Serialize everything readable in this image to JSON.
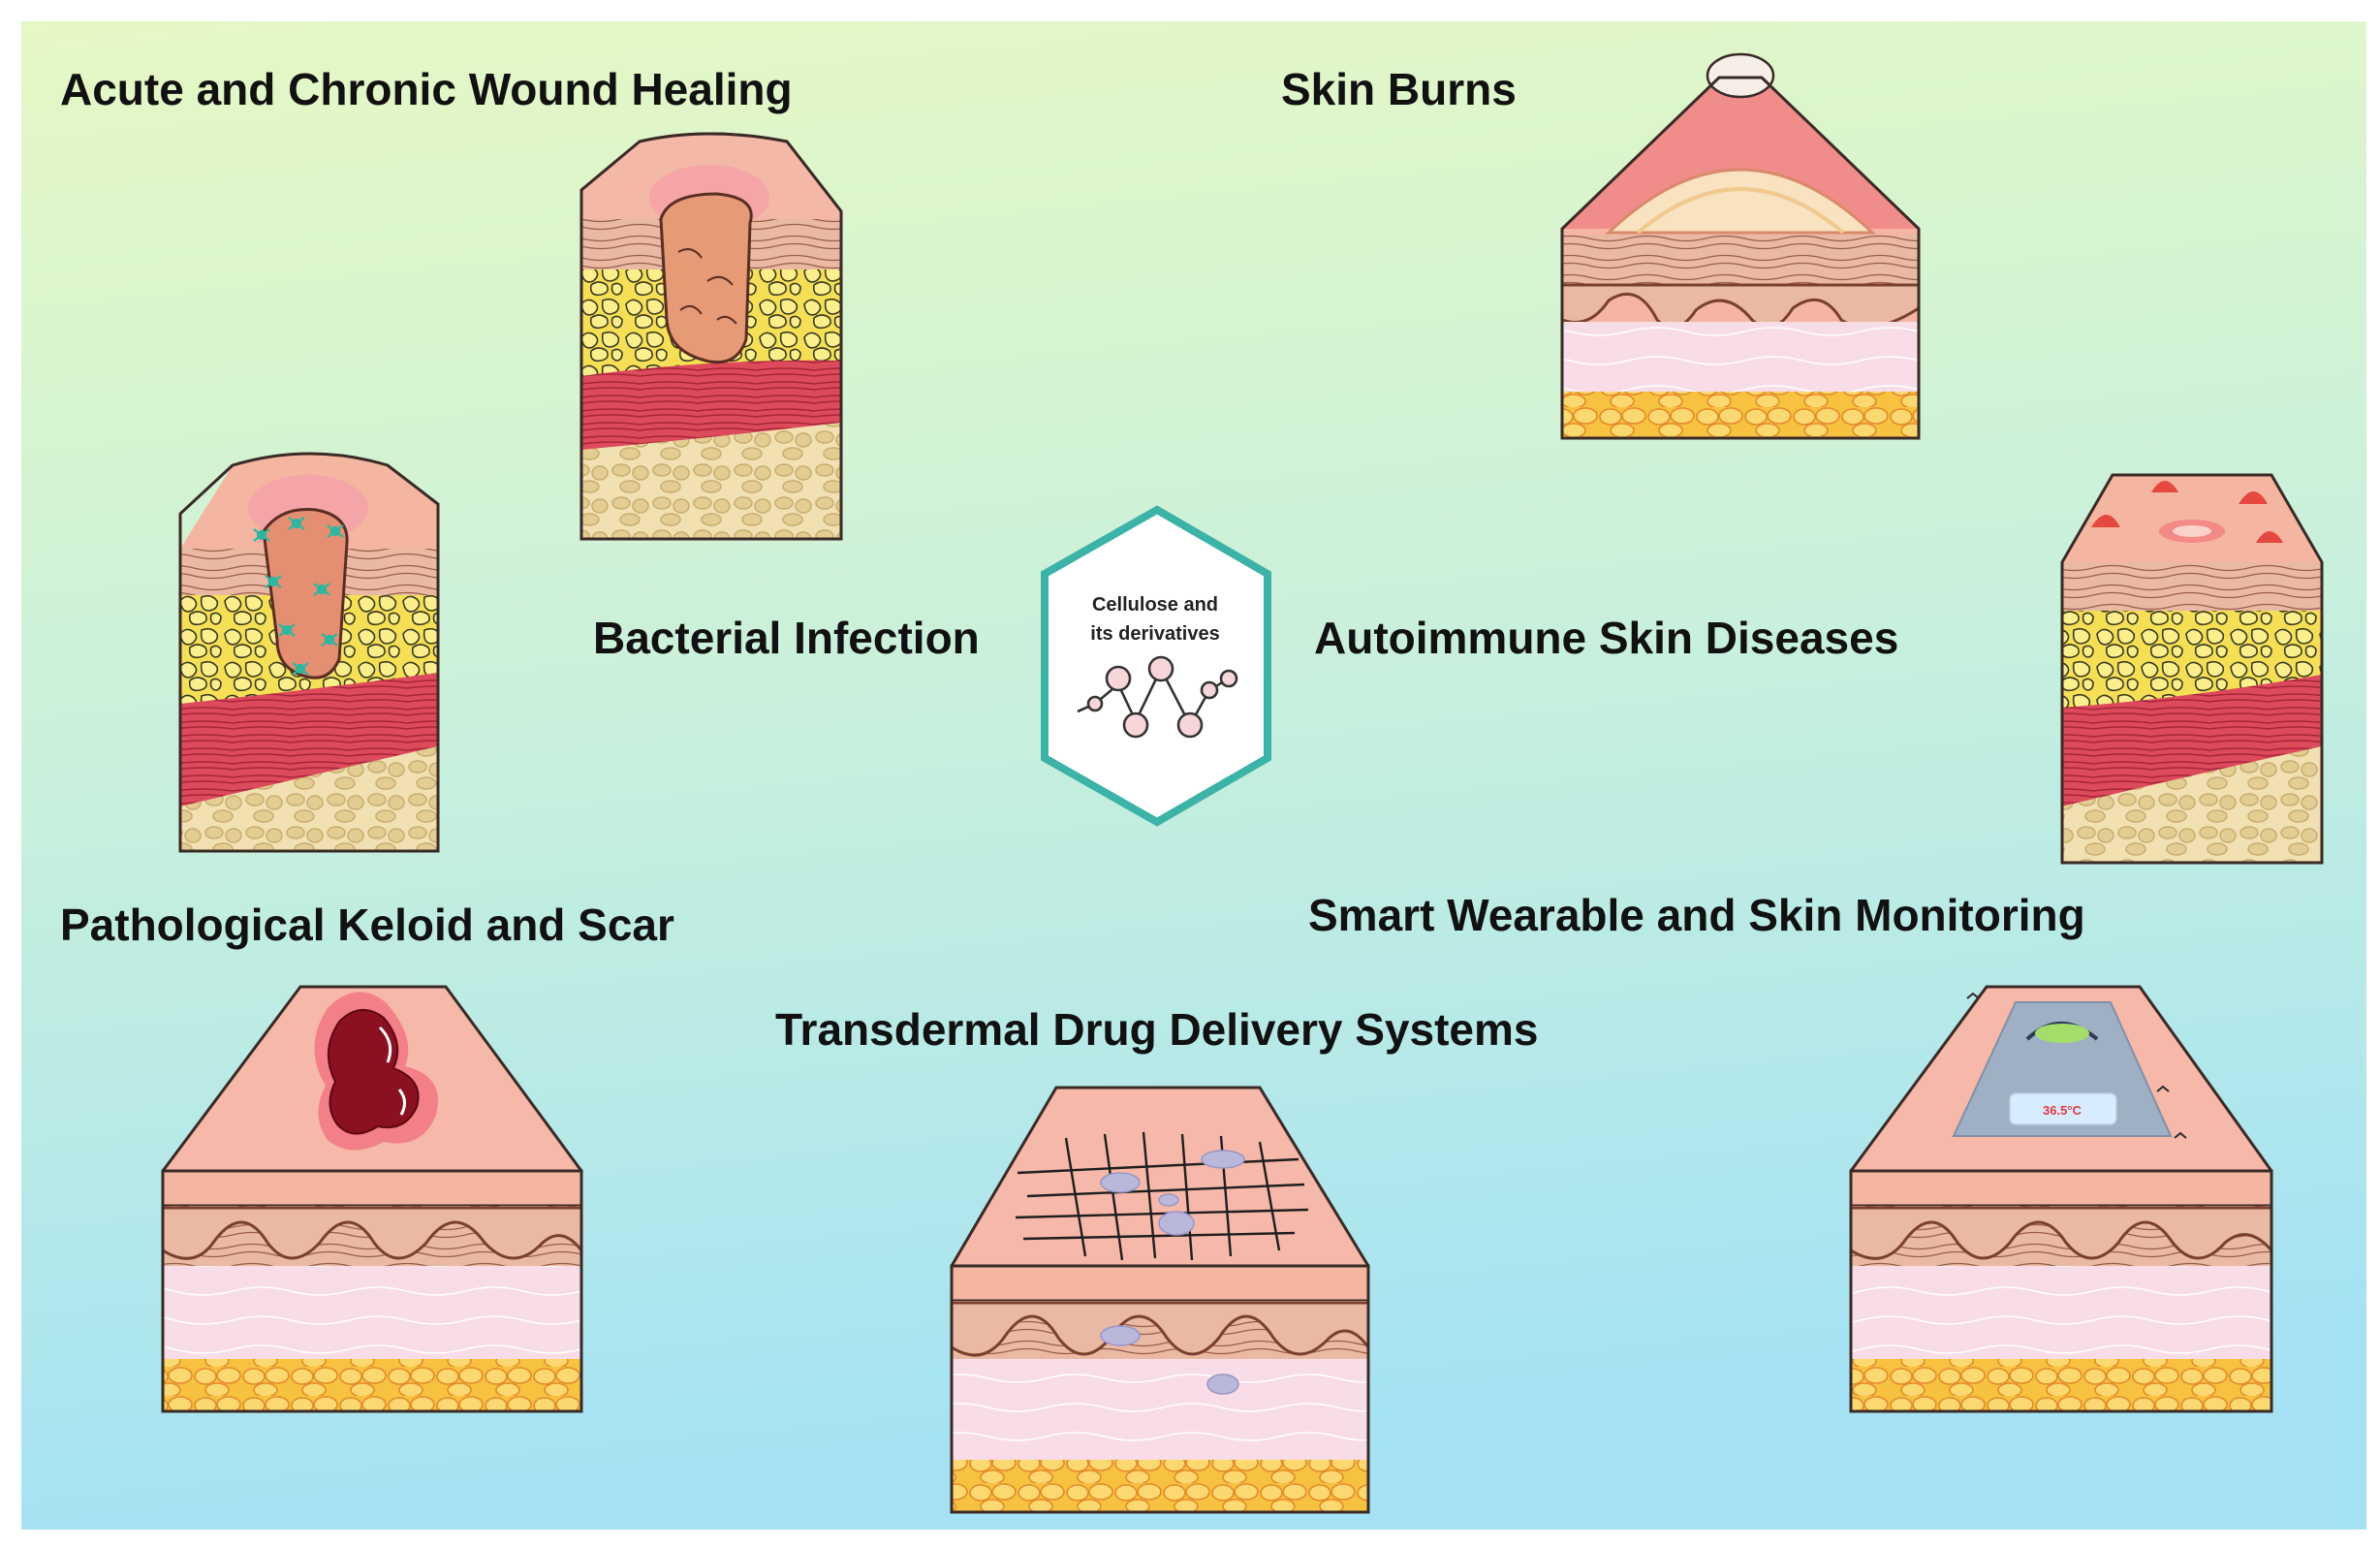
{
  "center": {
    "line1": "Cellulose and",
    "line2": "its derivatives",
    "icon": "molecule-chain-icon"
  },
  "labels": {
    "wound_healing": "Acute and Chronic Wound Healing",
    "skin_burns": "Skin Burns",
    "bacterial_infection": "Bacterial Infection",
    "autoimmune": "Autoimmune Skin Diseases",
    "keloid_scar": "Pathological Keloid and Scar",
    "smart_wearable": "Smart Wearable and Skin Monitoring",
    "transdermal": "Transdermal Drug Delivery Systems"
  },
  "sensor": {
    "temperature": "36.5°C"
  },
  "colors": {
    "background_top": "#e4f8c6",
    "background_bottom": "#a6e4f4",
    "hexagon_border": "#3bb3a7",
    "epidermis": "#f7c6b2",
    "dermis_pink": "#f8dbe6",
    "fat_yellow": "#f7de5c",
    "muscle_red": "#d9485a",
    "bone": "#ead8a8",
    "wound_dark": "#8b1020"
  }
}
